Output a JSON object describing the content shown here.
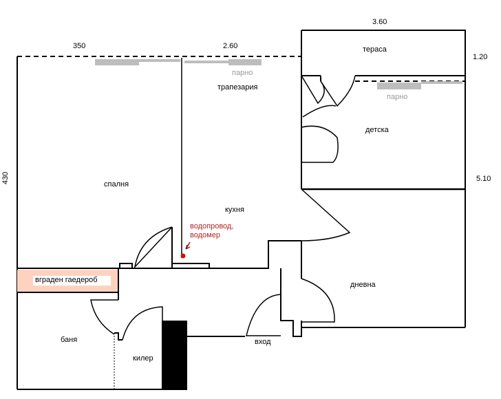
{
  "dimensions": {
    "top_left_width": "350",
    "top_mid_width": "2.60",
    "terrace_width": "3.60",
    "terrace_depth": "1.20",
    "left_height": "430",
    "right_height": "5.10"
  },
  "rooms": {
    "terrace": "тераса",
    "dining": "трапезария",
    "kids_room": "детска",
    "bedroom": "спалня",
    "kitchen": "кухня",
    "living_room": "дневна",
    "wardrobe": "вграден  гаедероб",
    "bathroom": "баня",
    "pantry": "килер",
    "entrance": "вход"
  },
  "notes": {
    "heating_1": "парно",
    "heating_2": "парно",
    "water_line_1": "водопровод,",
    "water_line_2": "водомер"
  },
  "colors": {
    "wall": "#000000",
    "heating_bar": "#bdbdbd",
    "wardrobe_fill": "#ffd2bf",
    "note_text": "#b42323",
    "meter_marker": "#cc1111"
  }
}
